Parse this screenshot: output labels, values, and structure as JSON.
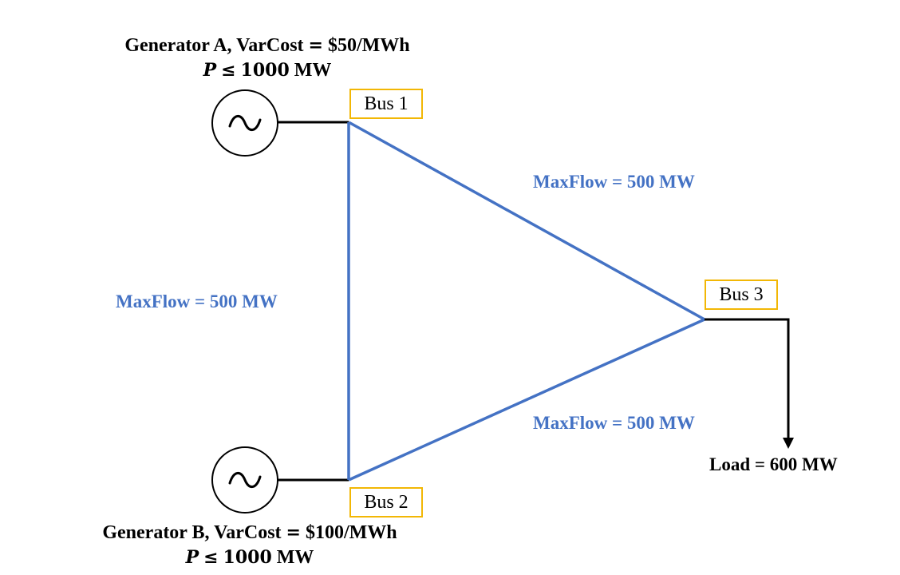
{
  "colors": {
    "line": "#4472c4",
    "wire": "#000000",
    "bus_border": "#f2b705",
    "flow_text": "#4472c4"
  },
  "generator_a": {
    "title": "Generator A, VarCost = $50/MWh",
    "title_prefix": "Generator A, VarCost",
    "title_eq": "=",
    "title_value": "$50/MWh",
    "limit_var": "P",
    "limit_op": "≤",
    "limit_value": "1000",
    "limit_unit": "MW",
    "icon": "ac-generator-icon"
  },
  "generator_b": {
    "title": "Generator B, VarCost = $100/MWh",
    "title_prefix": "Generator B, VarCost",
    "title_eq": "=",
    "title_value": "$100/MWh",
    "limit_var": "P",
    "limit_op": "≤",
    "limit_value": "1000",
    "limit_unit": "MW",
    "icon": "ac-generator-icon"
  },
  "buses": {
    "bus1": "Bus 1",
    "bus2": "Bus 2",
    "bus3": "Bus 3"
  },
  "lines": {
    "line_1_3": "MaxFlow = 500 MW",
    "line_1_2": "MaxFlow = 500 MW",
    "line_2_3": "MaxFlow = 500 MW"
  },
  "load": {
    "label": "Load = 600 MW",
    "icon": "arrow-down-icon"
  }
}
